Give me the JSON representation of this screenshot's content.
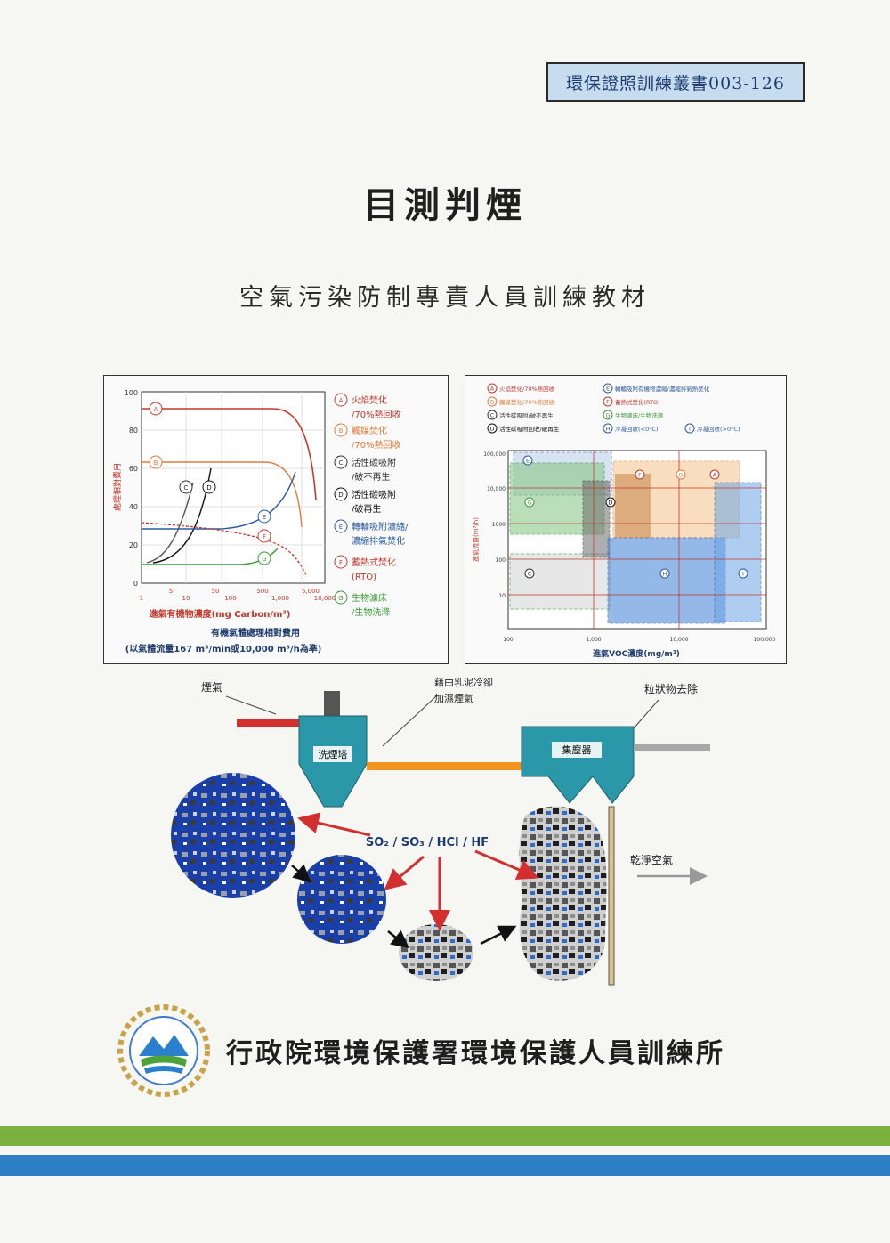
{
  "series_label": "環保證照訓練叢書003-126",
  "title": "目測判煙",
  "subtitle": "空氣污染防制專責人員訓練教材",
  "organization": "行政院環境保護署環境保護人員訓練所",
  "left_chart": {
    "ylabel": "處理相對費用",
    "xlabel": "進氣有機物濃度(mg Carbon/m³)",
    "caption_line1": "有機氣體處理相對費用",
    "caption_line2": "(以氣體流量167 m³/min或10,000 m³/h為準)",
    "yticks": [
      "100",
      "80",
      "60",
      "40",
      "20",
      "0"
    ],
    "xticks": [
      "1",
      "5",
      "10",
      "50",
      "100",
      "500",
      "1,000",
      "5,000",
      "10,000"
    ],
    "legend": [
      {
        "key": "A",
        "text1": "火焰焚化",
        "text2": "/70%熱回收",
        "color": "#c0392b"
      },
      {
        "key": "B",
        "text1": "觸媒焚化",
        "text2": "/70%熱回收",
        "color": "#e07b39"
      },
      {
        "key": "C",
        "text1": "活性碳吸附",
        "text2": "/破不再生",
        "color": "#333333"
      },
      {
        "key": "D",
        "text1": "活性碳吸附",
        "text2": "/破再生",
        "color": "#111111"
      },
      {
        "key": "E",
        "text1": "轉輪吸附濃縮/",
        "text2": "濃縮排氣焚化",
        "color": "#2c5aa0"
      },
      {
        "key": "F",
        "text1": "蓄熱式焚化",
        "text2": "(RTO)",
        "color": "#c0392b"
      },
      {
        "key": "G",
        "text1": "生物濾床",
        "text2": "/生物洗滌",
        "color": "#3c9a3c"
      }
    ]
  },
  "right_chart": {
    "ylabel": "進氣流量(m³/h)",
    "xlabel": "進氣VOC濃度(mg/m³)",
    "yticks": [
      "100,000",
      "10,000",
      "1000",
      "100",
      "10"
    ],
    "xticks": [
      "100",
      "1,000",
      "10,000",
      "100,000"
    ],
    "legend": [
      {
        "key": "A",
        "text": "火焰焚化/70%熱回收",
        "color": "#c0392b"
      },
      {
        "key": "E",
        "text": "轉輪吸附有機物濃縮/濃縮排氣熱焚化",
        "color": "#2c5aa0"
      },
      {
        "key": "B",
        "text": "觸媒焚化/70%熱回收",
        "color": "#e07b39"
      },
      {
        "key": "F",
        "text": "蓄熱式焚化(RTO)",
        "color": "#c0392b"
      },
      {
        "key": "C",
        "text": "活性碳吸附/破不再生",
        "color": "#333333"
      },
      {
        "key": "G",
        "text": "生物濾床/生物洗滌",
        "color": "#3c9a3c"
      },
      {
        "key": "D",
        "text": "活性碳吸附回收/破再生",
        "color": "#111111"
      },
      {
        "key": "H",
        "text": "冷凝回收(<0°C)",
        "color": "#2c5aa0"
      },
      {
        "key": "I",
        "text": "冷凝回收(>0°C)",
        "color": "#2c5aa0"
      }
    ]
  },
  "process": {
    "smoke_in": "煙氣",
    "note_line1": "藉由乳泥冷卻",
    "note_line2": "加濕煙氣",
    "particulate": "粒狀物去除",
    "scrubber": "洗煙塔",
    "collector": "集塵器",
    "pollutants": "SO₂ / SO₃ / HCl / HF",
    "clean_air": "乾淨空氣"
  },
  "colors": {
    "stripe_green": "#7ab13f",
    "stripe_blue": "#2c7fc4",
    "badge_bg": "#c8dcef"
  }
}
